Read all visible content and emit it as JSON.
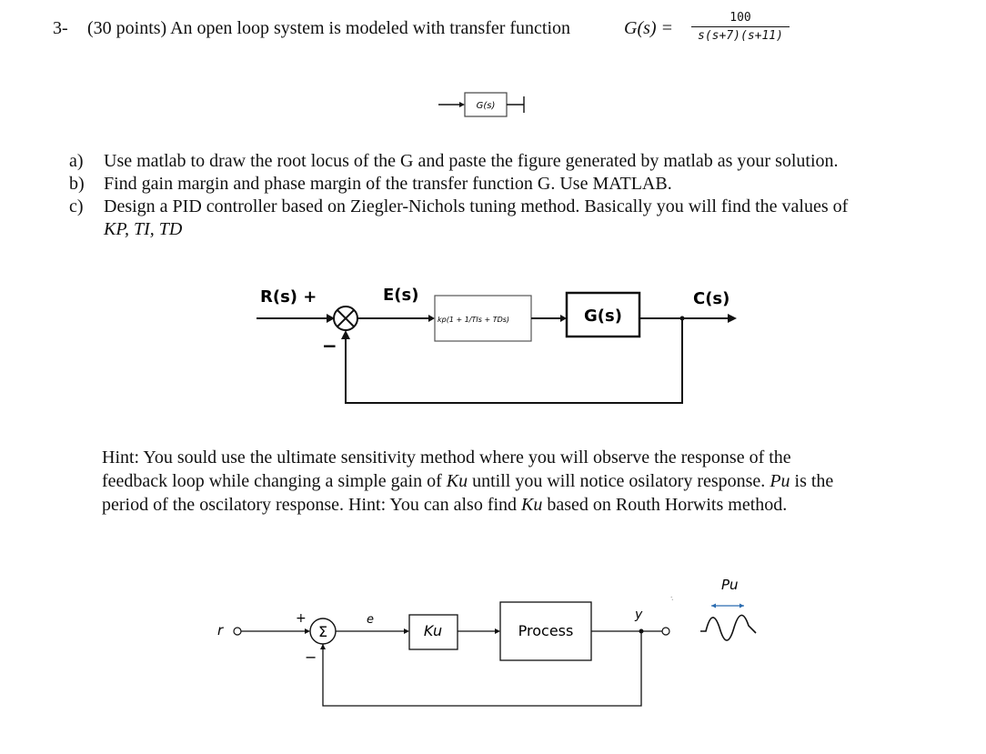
{
  "question": {
    "number": "3-",
    "intro": "(30 points) An open loop system is modeled with transfer function",
    "gs_label": "G(s) =",
    "tf_numerator": "100",
    "tf_denominator": "s(s+7)(s+11)"
  },
  "diagram1": {
    "block_label": "G(s)"
  },
  "parts": [
    {
      "label": "a)",
      "text": "Use matlab to draw the root locus of the G and paste the figure generated by matlab as your solution."
    },
    {
      "label": "b)",
      "text": "Find gain margin and phase margin of the transfer function G. Use MATLAB."
    },
    {
      "label": "c)",
      "text": "Design a PID controller based on Ziegler-Nichols tuning method. Basically you will find the values of",
      "continuation": "KP, TI, TD"
    }
  ],
  "diagram2": {
    "input_label": "R(s) +",
    "minus_sign": "−",
    "error_label": "E(s)",
    "controller_label": "kp(1 + 1/TIs + TDs)",
    "plant_label": "G(s)",
    "output_label": "C(s)"
  },
  "hint": {
    "line1": "Hint: You sould use the ultimate sensitivity method where you will observe the response of the",
    "line2_a": "feedback loop while changing  a simple gain of ",
    "ku": "Ku",
    "line2_b": " untill you will notice osilatory response. ",
    "pu": "Pu",
    "line2_c": " is the",
    "line3_a": "period of the oscilatory response. Hint: You can also find ",
    "line3_b": " based on Routh Horwits method."
  },
  "diagram3": {
    "r_label": "r",
    "plus_sign": "+",
    "minus_sign": "−",
    "sum_symbol": "Σ",
    "e_label": "e",
    "gain_label": "Ku",
    "process_label": "Process",
    "y_label": "y",
    "period_label": "Pu"
  }
}
